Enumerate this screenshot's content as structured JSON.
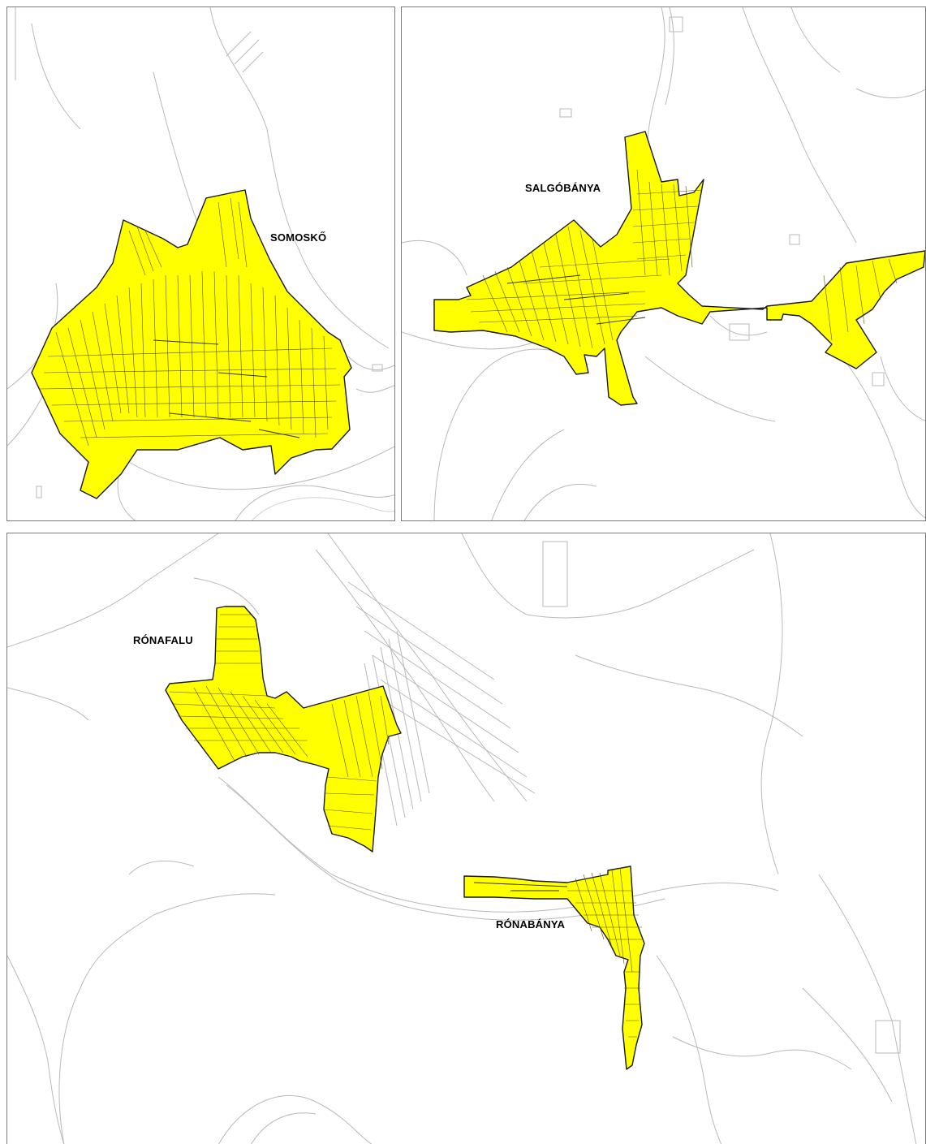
{
  "map": {
    "colors": {
      "settlement_fill": "#ffff00",
      "boundary_stroke": "#1a1a1a",
      "road_line": "#b9b9b9",
      "panel_border": "#7a7a7a",
      "background": "#ffffff"
    },
    "panels": [
      {
        "id": "somosko",
        "settlement_label": "SOMOSKŐ"
      },
      {
        "id": "salgobanya",
        "settlement_label": "SALGÓBÁNYA"
      },
      {
        "id": "bottom",
        "settlement_labels": [
          "RÓNAFALU",
          "RÓNABÁNYA"
        ]
      }
    ]
  }
}
